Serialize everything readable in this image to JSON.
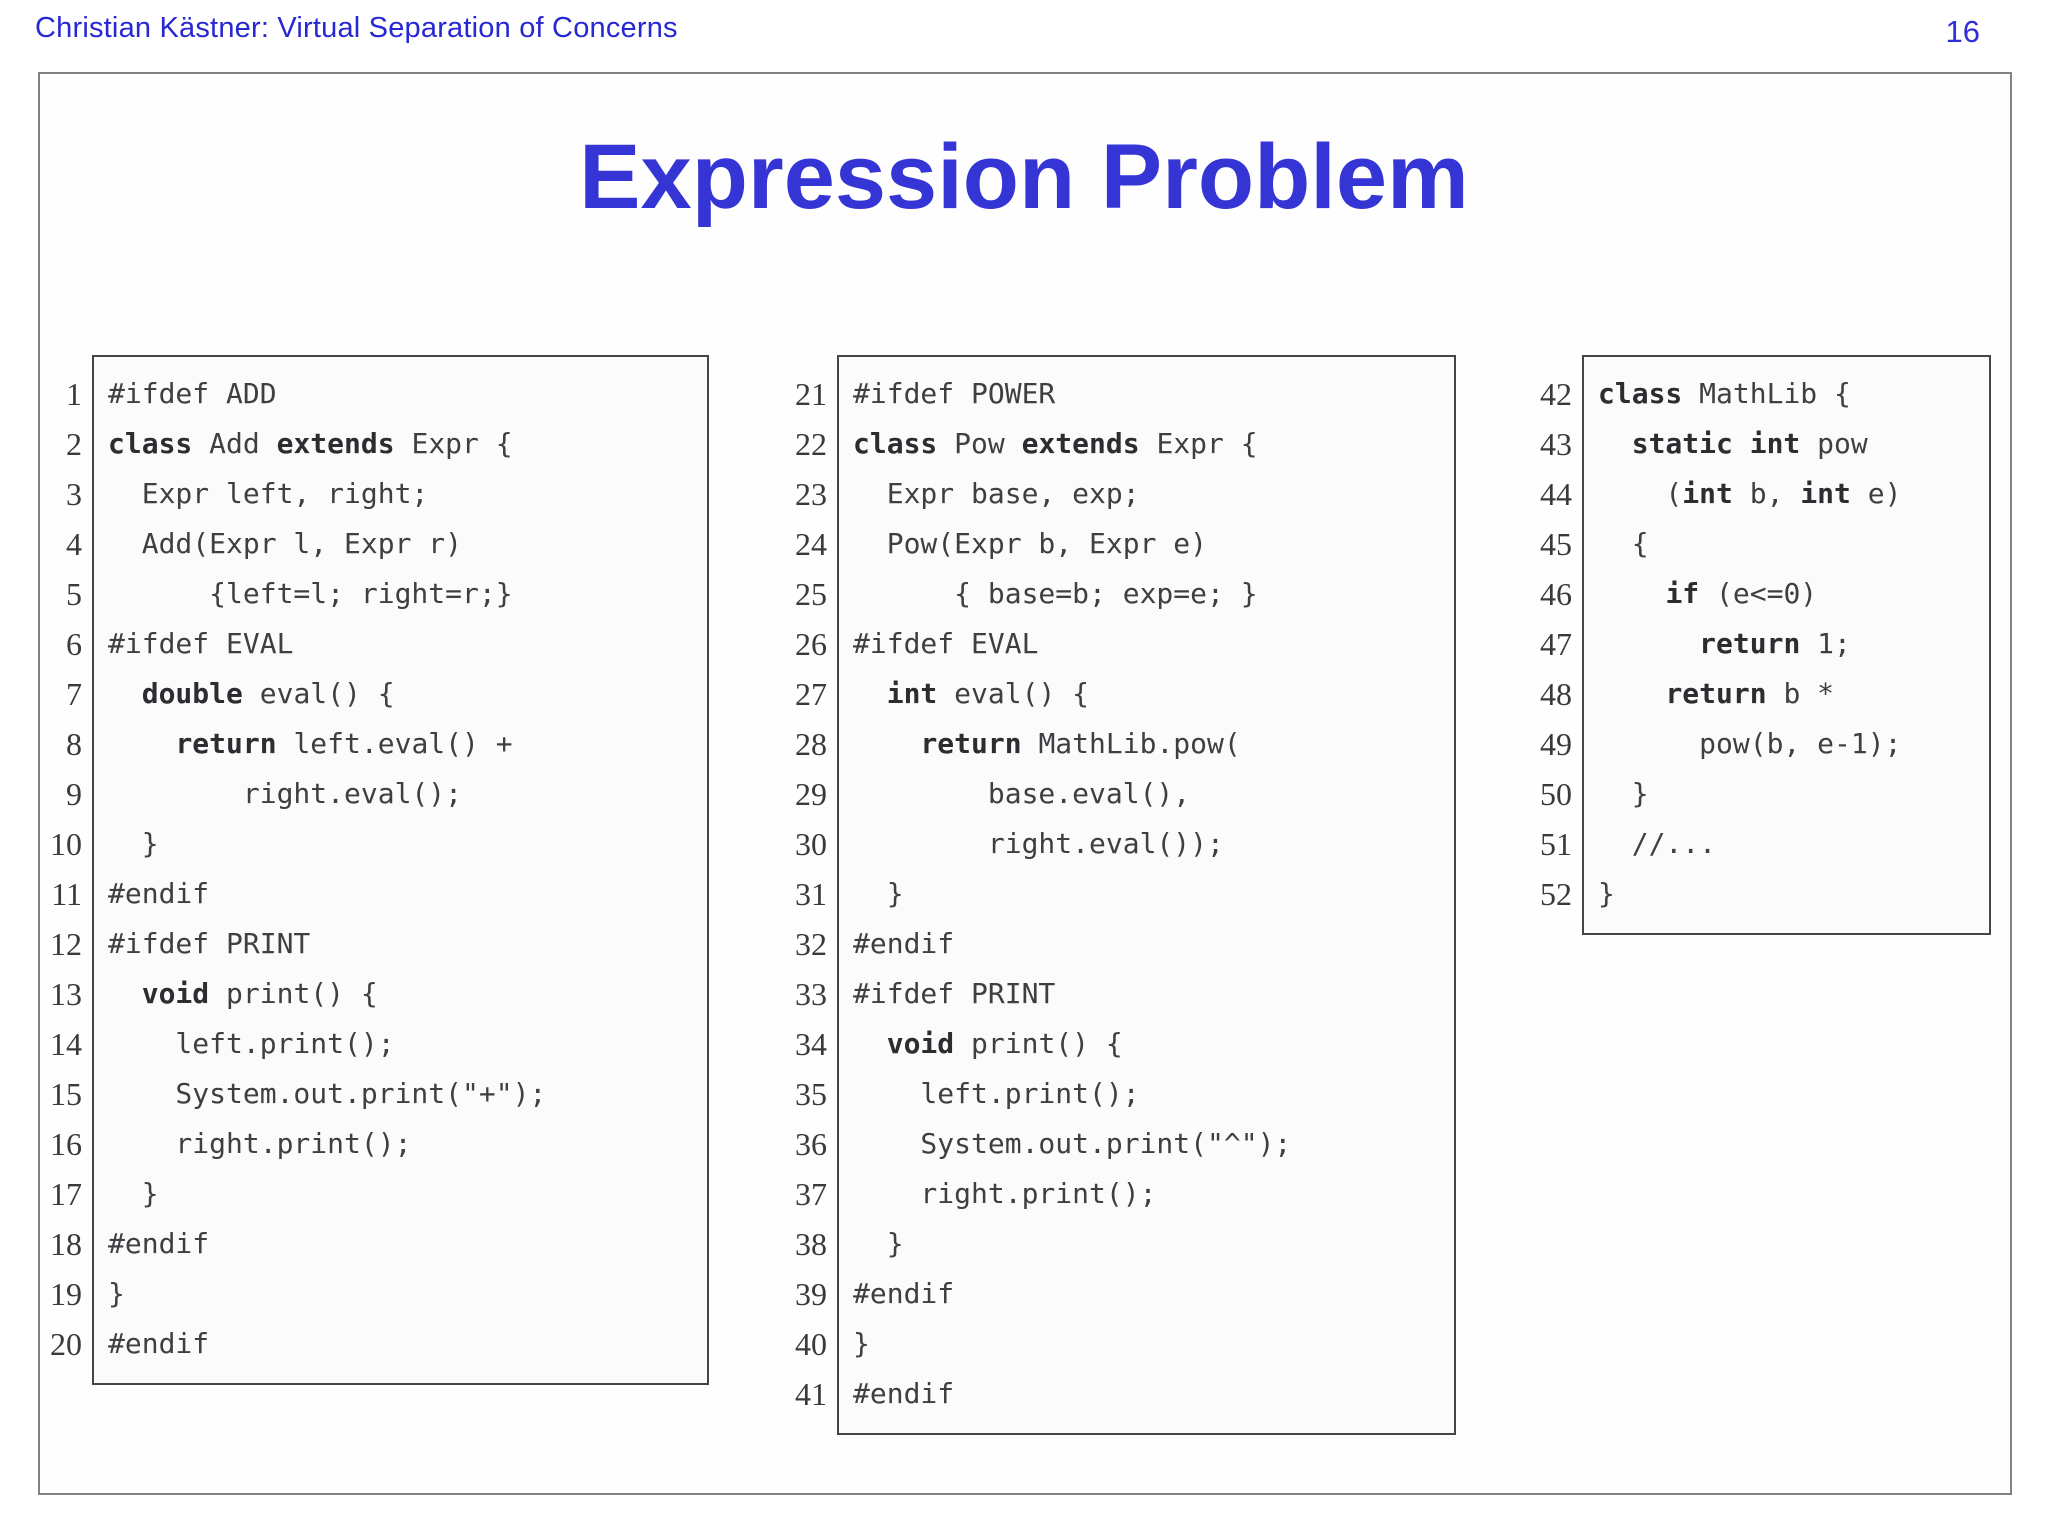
{
  "header": {
    "title": "Christian Kästner: Virtual Separation of Concerns",
    "page_number": "16"
  },
  "slide": {
    "title": "Expression Problem"
  },
  "colors": {
    "header_blue": "#2727d3",
    "title_blue": "#3535d6",
    "code_text": "#3d3f42",
    "keyword_text": "#2b2d30",
    "line_number_text": "#3a3a3a",
    "code_box_border": "#454545",
    "frame_border": "#828282",
    "code_box_background": "#fbfbfb"
  },
  "listings": [
    {
      "id": "add-class",
      "lines": [
        {
          "n": "1",
          "code": [
            [
              "#ifdef ADD",
              0
            ]
          ]
        },
        {
          "n": "2",
          "code": [
            [
              "class",
              1
            ],
            [
              " Add ",
              0
            ],
            [
              "extends",
              1
            ],
            [
              " Expr {",
              0
            ]
          ]
        },
        {
          "n": "3",
          "code": [
            [
              "  Expr left, right;",
              0
            ]
          ]
        },
        {
          "n": "4",
          "code": [
            [
              "  Add(Expr l, Expr r)",
              0
            ]
          ]
        },
        {
          "n": "5",
          "code": [
            [
              "      {left=l; right=r;}",
              0
            ]
          ]
        },
        {
          "n": "6",
          "code": [
            [
              "#ifdef EVAL",
              0
            ]
          ]
        },
        {
          "n": "7",
          "code": [
            [
              "  ",
              0
            ],
            [
              "double",
              1
            ],
            [
              " eval() {",
              0
            ]
          ]
        },
        {
          "n": "8",
          "code": [
            [
              "    ",
              0
            ],
            [
              "return",
              1
            ],
            [
              " left.eval() +",
              0
            ]
          ]
        },
        {
          "n": "9",
          "code": [
            [
              "        right.eval();",
              0
            ]
          ]
        },
        {
          "n": "10",
          "code": [
            [
              "  }",
              0
            ]
          ]
        },
        {
          "n": "11",
          "code": [
            [
              "#endif",
              0
            ]
          ]
        },
        {
          "n": "12",
          "code": [
            [
              "#ifdef PRINT",
              0
            ]
          ]
        },
        {
          "n": "13",
          "code": [
            [
              "  ",
              0
            ],
            [
              "void",
              1
            ],
            [
              " print() {",
              0
            ]
          ]
        },
        {
          "n": "14",
          "code": [
            [
              "    left.print();",
              0
            ]
          ]
        },
        {
          "n": "15",
          "code": [
            [
              "    System.out.print(\"+\");",
              0
            ]
          ]
        },
        {
          "n": "16",
          "code": [
            [
              "    right.print();",
              0
            ]
          ]
        },
        {
          "n": "17",
          "code": [
            [
              "  }",
              0
            ]
          ]
        },
        {
          "n": "18",
          "code": [
            [
              "#endif",
              0
            ]
          ]
        },
        {
          "n": "19",
          "code": [
            [
              "}",
              0
            ]
          ]
        },
        {
          "n": "20",
          "code": [
            [
              "#endif",
              0
            ]
          ]
        }
      ]
    },
    {
      "id": "pow-class",
      "lines": [
        {
          "n": "21",
          "code": [
            [
              "#ifdef POWER",
              0
            ]
          ]
        },
        {
          "n": "22",
          "code": [
            [
              "class",
              1
            ],
            [
              " Pow ",
              0
            ],
            [
              "extends",
              1
            ],
            [
              " Expr {",
              0
            ]
          ]
        },
        {
          "n": "23",
          "code": [
            [
              "  Expr base, exp;",
              0
            ]
          ]
        },
        {
          "n": "24",
          "code": [
            [
              "  Pow(Expr b, Expr e)",
              0
            ]
          ]
        },
        {
          "n": "25",
          "code": [
            [
              "      { base=b; exp=e; }",
              0
            ]
          ]
        },
        {
          "n": "26",
          "code": [
            [
              "#ifdef EVAL",
              0
            ]
          ]
        },
        {
          "n": "27",
          "code": [
            [
              "  ",
              0
            ],
            [
              "int",
              1
            ],
            [
              " eval() {",
              0
            ]
          ]
        },
        {
          "n": "28",
          "code": [
            [
              "    ",
              0
            ],
            [
              "return",
              1
            ],
            [
              " MathLib.pow(",
              0
            ]
          ]
        },
        {
          "n": "29",
          "code": [
            [
              "        base.eval(),",
              0
            ]
          ]
        },
        {
          "n": "30",
          "code": [
            [
              "        right.eval());",
              0
            ]
          ]
        },
        {
          "n": "31",
          "code": [
            [
              "  }",
              0
            ]
          ]
        },
        {
          "n": "32",
          "code": [
            [
              "#endif",
              0
            ]
          ]
        },
        {
          "n": "33",
          "code": [
            [
              "#ifdef PRINT",
              0
            ]
          ]
        },
        {
          "n": "34",
          "code": [
            [
              "  ",
              0
            ],
            [
              "void",
              1
            ],
            [
              " print() {",
              0
            ]
          ]
        },
        {
          "n": "35",
          "code": [
            [
              "    left.print();",
              0
            ]
          ]
        },
        {
          "n": "36",
          "code": [
            [
              "    System.out.print(\"^\");",
              0
            ]
          ]
        },
        {
          "n": "37",
          "code": [
            [
              "    right.print();",
              0
            ]
          ]
        },
        {
          "n": "38",
          "code": [
            [
              "  }",
              0
            ]
          ]
        },
        {
          "n": "39",
          "code": [
            [
              "#endif",
              0
            ]
          ]
        },
        {
          "n": "40",
          "code": [
            [
              "}",
              0
            ]
          ]
        },
        {
          "n": "41",
          "code": [
            [
              "#endif",
              0
            ]
          ]
        }
      ]
    },
    {
      "id": "mathlib-class",
      "lines": [
        {
          "n": "42",
          "code": [
            [
              "class",
              1
            ],
            [
              " MathLib {",
              0
            ]
          ]
        },
        {
          "n": "43",
          "code": [
            [
              "  ",
              0
            ],
            [
              "static int",
              1
            ],
            [
              " pow",
              0
            ]
          ]
        },
        {
          "n": "44",
          "code": [
            [
              "    (",
              0
            ],
            [
              "int",
              1
            ],
            [
              " b, ",
              0
            ],
            [
              "int",
              1
            ],
            [
              " e)",
              0
            ]
          ]
        },
        {
          "n": "45",
          "code": [
            [
              "  {",
              0
            ]
          ]
        },
        {
          "n": "46",
          "code": [
            [
              "    ",
              0
            ],
            [
              "if",
              1
            ],
            [
              " (e<=0)",
              0
            ]
          ]
        },
        {
          "n": "47",
          "code": [
            [
              "      ",
              0
            ],
            [
              "return",
              1
            ],
            [
              " 1;",
              0
            ]
          ]
        },
        {
          "n": "48",
          "code": [
            [
              "    ",
              0
            ],
            [
              "return",
              1
            ],
            [
              " b *",
              0
            ]
          ]
        },
        {
          "n": "49",
          "code": [
            [
              "      pow(b, e-1);",
              0
            ]
          ]
        },
        {
          "n": "50",
          "code": [
            [
              "  }",
              0
            ]
          ]
        },
        {
          "n": "51",
          "code": [
            [
              "  //...",
              0
            ]
          ]
        },
        {
          "n": "52",
          "code": [
            [
              "}",
              0
            ]
          ]
        }
      ]
    }
  ]
}
